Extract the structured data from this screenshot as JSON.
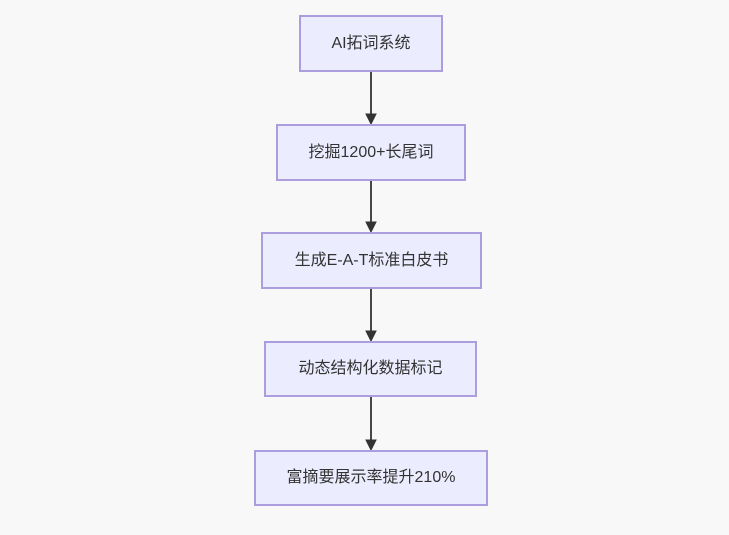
{
  "diagram": {
    "type": "flowchart",
    "direction": "top-down",
    "nodes": [
      {
        "id": "A",
        "label": "AI拓词系统"
      },
      {
        "id": "B",
        "label": "挖掘1200+长尾词"
      },
      {
        "id": "C",
        "label": "生成E-A-T标准白皮书"
      },
      {
        "id": "D",
        "label": "动态结构化数据标记"
      },
      {
        "id": "E",
        "label": "富摘要展示率提升210%"
      }
    ],
    "edges": [
      {
        "from": "A",
        "to": "B"
      },
      {
        "from": "B",
        "to": "C"
      },
      {
        "from": "C",
        "to": "D"
      },
      {
        "from": "D",
        "to": "E"
      }
    ]
  },
  "colors": {
    "canvas_bg": "#f8f8f8",
    "node_fill": "#ECECFF",
    "node_border": "#ac9ede",
    "arrow_color": "#333333",
    "text_color": "#333333"
  }
}
